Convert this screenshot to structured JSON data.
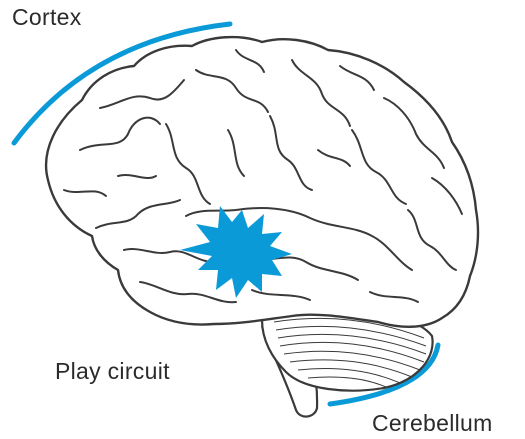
{
  "labels": {
    "cortex": "Cortex",
    "play_circuit": "Play circuit",
    "cerebellum": "Cerebellum"
  },
  "colors": {
    "accent": "#0a9ad8",
    "outline": "#3a3a3a",
    "text": "#2b2b2b"
  },
  "icons": {
    "brain": "brain-illustration",
    "burst": "starburst-icon"
  }
}
